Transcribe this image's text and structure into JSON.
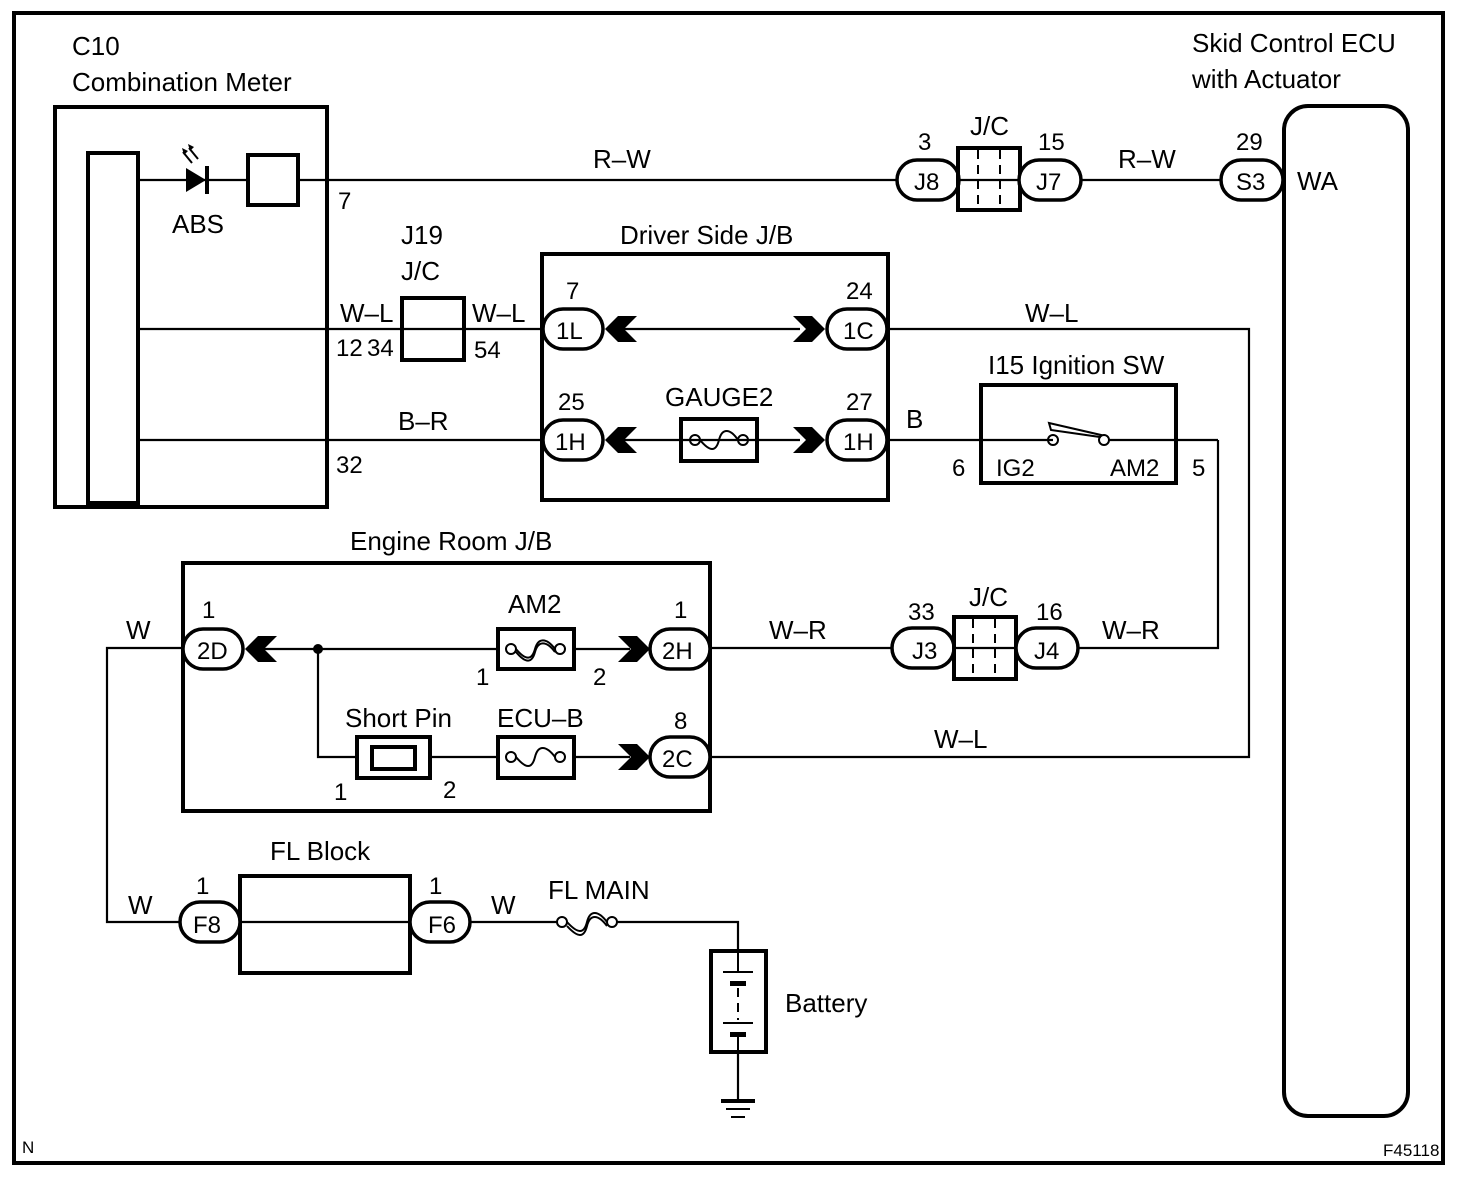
{
  "diagram": {
    "figure_id": "F45118",
    "corner_mark": "N",
    "colors": {
      "line": "#000000",
      "background": "#ffffff"
    },
    "components": {
      "combination_meter": {
        "code": "C10",
        "name": "Combination Meter",
        "indicator": "ABS",
        "pins": {
          "r_w": "7",
          "w_l": "12",
          "b_r": "32"
        }
      },
      "skid_control_ecu": {
        "line1": "Skid Control ECU",
        "line2": "with Actuator",
        "terminal": "WA",
        "connector": "S3",
        "pin": "29"
      },
      "jc_top": {
        "label": "J/C",
        "left_connector": "J8",
        "left_pin": "3",
        "right_connector": "J7",
        "right_pin": "15"
      },
      "j19": {
        "code": "J19",
        "label": "J/C",
        "left_pin": "34",
        "right_pin": "54"
      },
      "driver_side_jb": {
        "label": "Driver Side J/B",
        "fuse": "GAUGE2",
        "connectors": [
          {
            "id": "1L",
            "pin": "7"
          },
          {
            "id": "1C",
            "pin": "24"
          },
          {
            "id": "1H",
            "pin": "25"
          },
          {
            "id": "1H",
            "pin": "27"
          }
        ]
      },
      "ignition_sw": {
        "label": "I15 Ignition SW",
        "left_terminal": "IG2",
        "right_terminal": "AM2",
        "left_pin": "6",
        "right_pin": "5"
      },
      "engine_room_jb": {
        "label": "Engine Room J/B",
        "fuse_am2": "AM2",
        "fuse_ecu_b": "ECU–B",
        "short_pin": "Short Pin",
        "connectors": [
          {
            "id": "2D",
            "pin": "1"
          },
          {
            "id": "2H",
            "pin": "1"
          },
          {
            "id": "2C",
            "pin": "8"
          }
        ],
        "fuse_pins": {
          "in": "1",
          "out": "2"
        }
      },
      "jc_mid": {
        "label": "J/C",
        "left_connector": "J3",
        "left_pin": "33",
        "right_connector": "J4",
        "right_pin": "16"
      },
      "fl_block": {
        "label": "FL Block",
        "left_connector": "F8",
        "left_pin": "1",
        "right_connector": "F6",
        "right_pin": "1"
      },
      "fl_main": {
        "label": "FL MAIN"
      },
      "battery": {
        "label": "Battery"
      }
    },
    "wires": {
      "r_w": "R–W",
      "w_l": "W–L",
      "b_r": "B–R",
      "b": "B",
      "w_r": "W–R",
      "w": "W"
    }
  }
}
